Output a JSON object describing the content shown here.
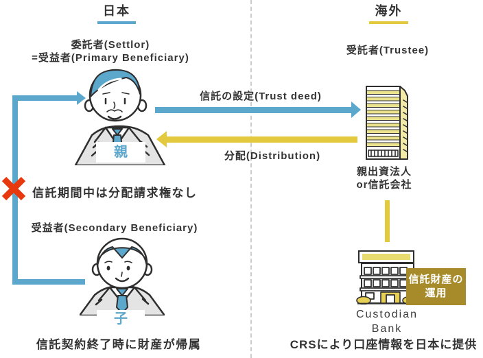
{
  "regions": {
    "japan": {
      "label": "日本"
    },
    "overseas": {
      "label": "海外"
    }
  },
  "japan_side": {
    "settlor_title_line1": "委託者(Settlor)",
    "settlor_title_line2": "=受益者(Primary Beneficiary)",
    "parent_tag": "親",
    "restriction_note": "信託期間中は分配請求権なし",
    "secondary_beneficiary_title": "受益者(Secondary Beneficiary)",
    "child_tag": "子",
    "bottom_note": "信託契約終了時に財産が帰属"
  },
  "overseas_side": {
    "trustee_title": "受託者(Trustee)",
    "company_line1": "親出資法人",
    "company_line2": "or信託会社",
    "badge_line1": "信託財産の",
    "badge_line2": "運用",
    "bank_line1": "Custodian",
    "bank_line2": "Bank",
    "bottom_note": "CRSにより口座情報を日本に提供"
  },
  "flows": {
    "trust_deed_label": "信託の設定(Trust deed)",
    "distribution_label": "分配(Distribution)"
  },
  "icons": {
    "cross": "red-x-no-claim-icon",
    "parent": "elderly-man-in-suit-icon",
    "child": "young-man-in-suit-icon",
    "tower": "office-tower-building-icon",
    "bank": "custodian-bank-building-icon"
  },
  "colors": {
    "japan_blue": "#5CA7CC",
    "overseas_yellow": "#E3C93E",
    "cross_red": "#E8380D",
    "badge_gold": "#A78B2A",
    "pale_stripe": "#EAE28C",
    "text_dark": "#333333",
    "divider_gray": "#CCCCCC",
    "suit_gray": "#E4E4E4"
  }
}
